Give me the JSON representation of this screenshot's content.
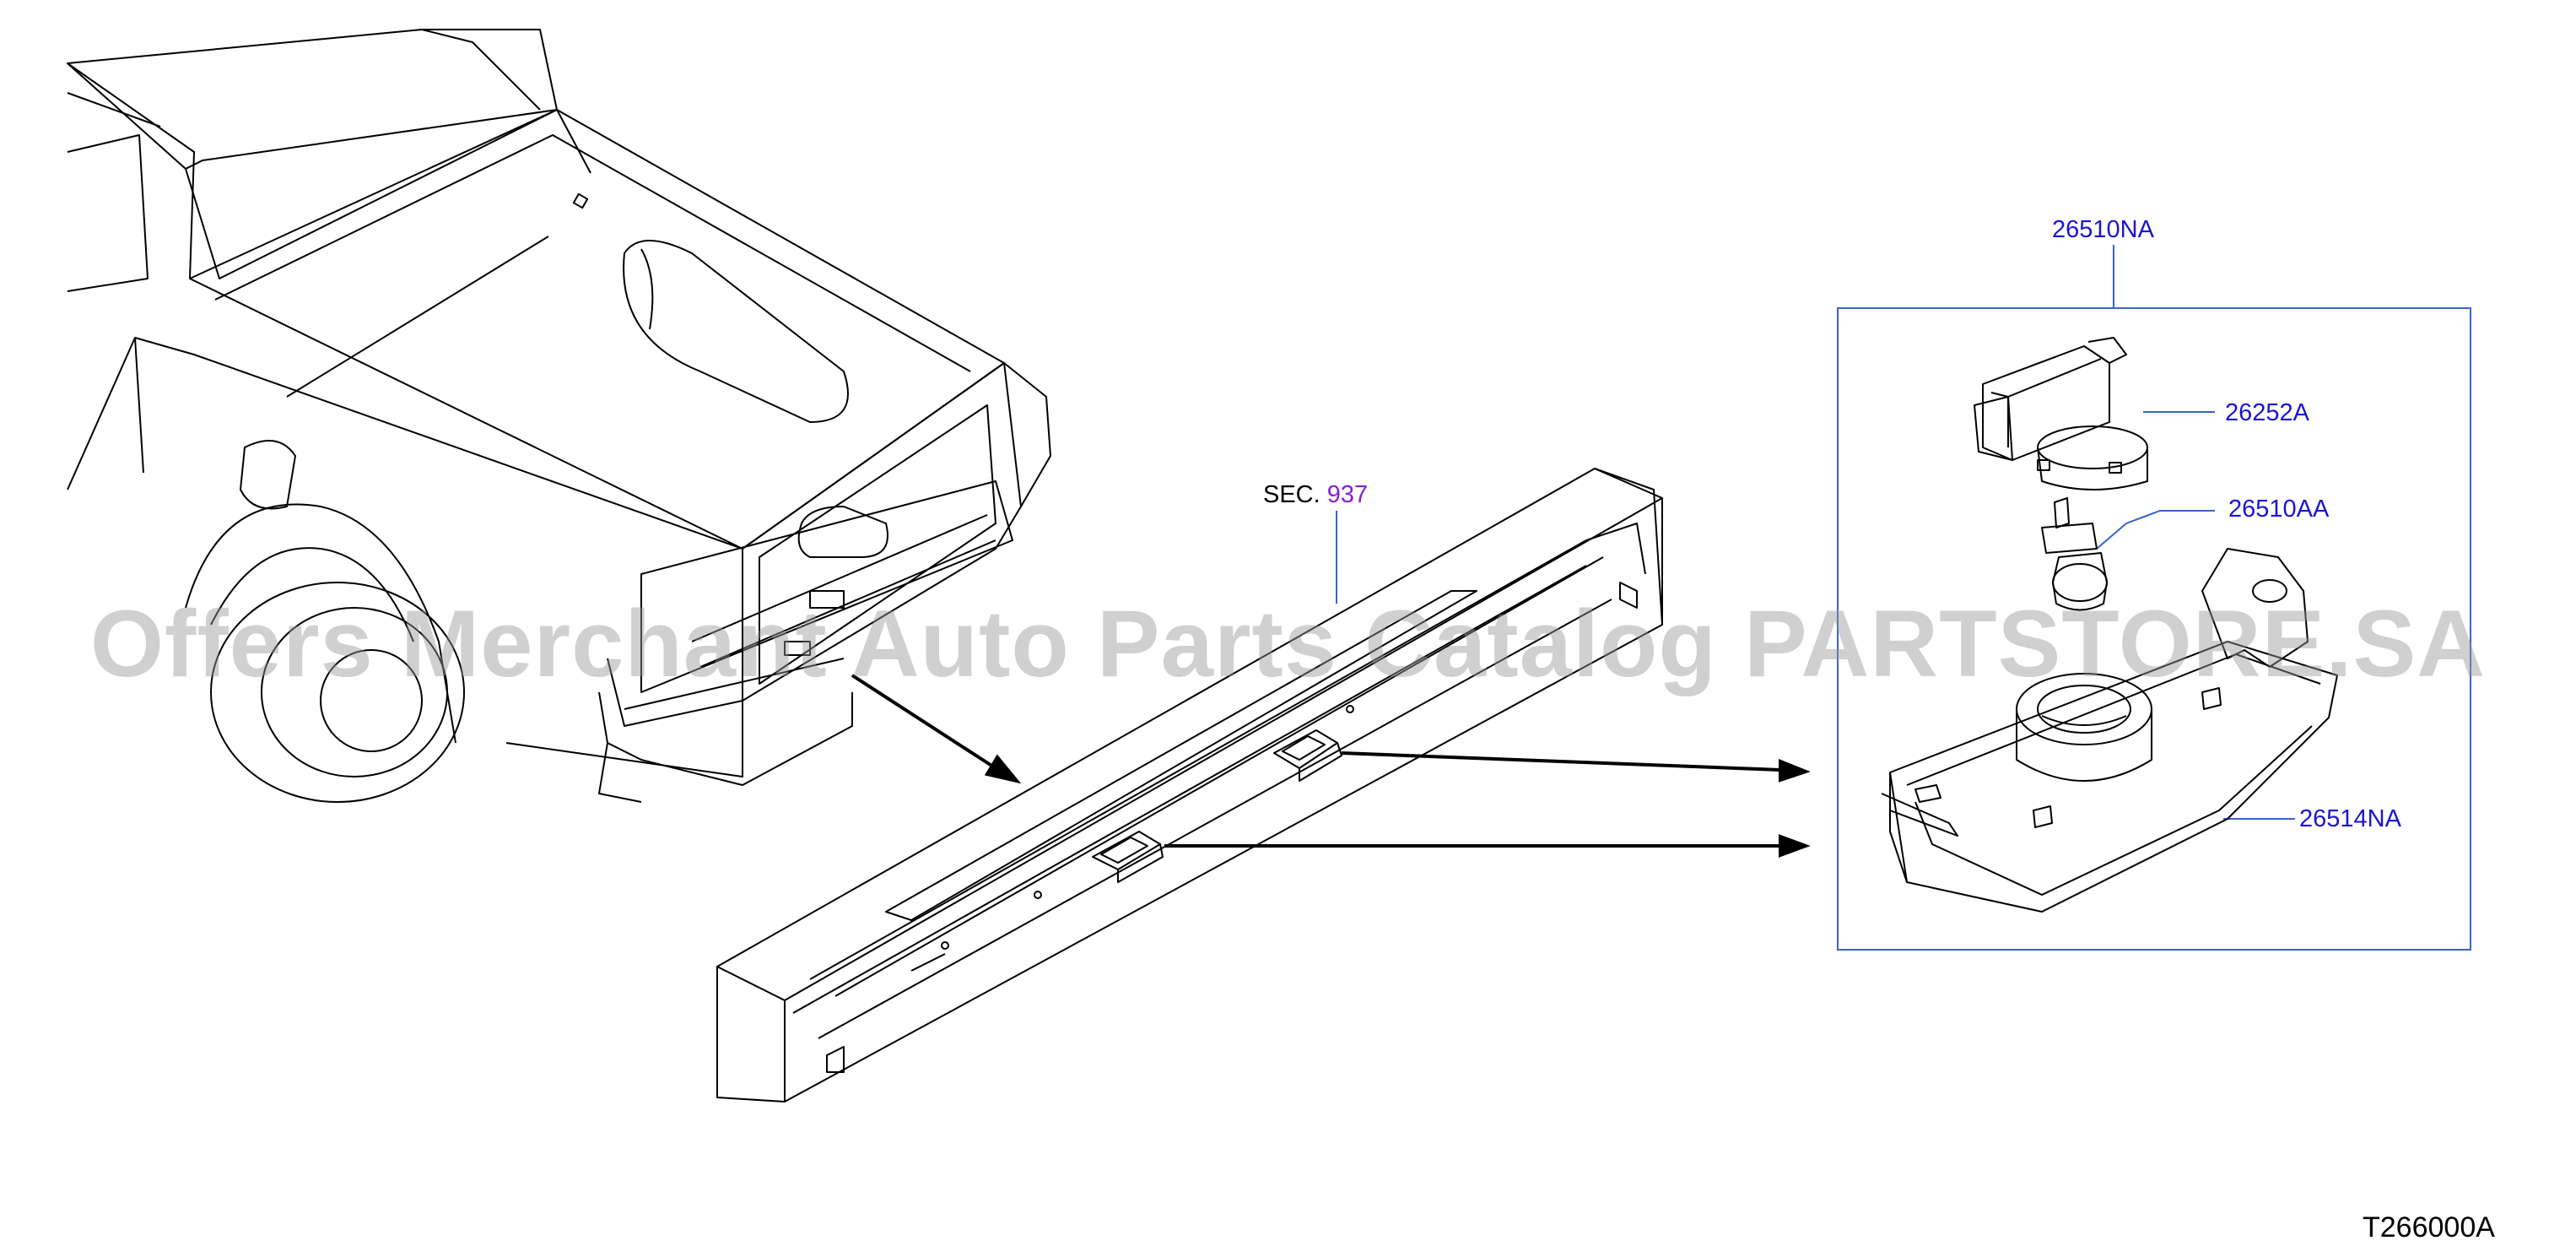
{
  "diagram": {
    "watermark": "Offers Merchant Auto Parts Catalog PARTSTORE.SA",
    "section_ref": {
      "prefix": "SEC.",
      "number": "937"
    },
    "callouts": {
      "assembly": "26510NA",
      "socket": "26252A",
      "bulb": "26510AA",
      "lens_housing": "26514NA"
    },
    "drawing_code": "T266000A",
    "colors": {
      "part_number": "#1b14d6",
      "section_number": "#8a1fd0",
      "leader_line": "#3a64c8",
      "line_art": "#000000"
    }
  }
}
